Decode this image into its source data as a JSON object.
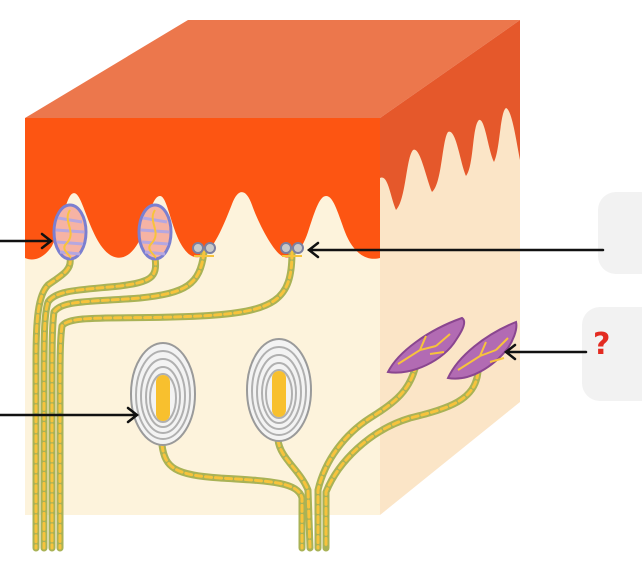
{
  "diagram": {
    "colors": {
      "epidermis_top": "#ec774c",
      "epidermis_front": "#fd5512",
      "epidermis_side": "#e5582b",
      "dermis_front": "#fdf3dc",
      "dermis_side": "#fbe5c7",
      "nerve_fill": "#a9b256",
      "nerve_dash": "#f7c33c",
      "arrow": "#111111",
      "label_box": "#f2f2f2",
      "question_mark": "#e32b21"
    },
    "labels": [
      {
        "id": "label-meissner",
        "text": ""
      },
      {
        "id": "label-merkel",
        "text": ""
      },
      {
        "id": "label-pacinian",
        "text": ""
      },
      {
        "id": "label-ruffini",
        "text": "?"
      }
    ],
    "icons": [
      "meissner-corpuscle",
      "merkel-disc",
      "pacinian-corpuscle",
      "ruffini-ending"
    ]
  }
}
